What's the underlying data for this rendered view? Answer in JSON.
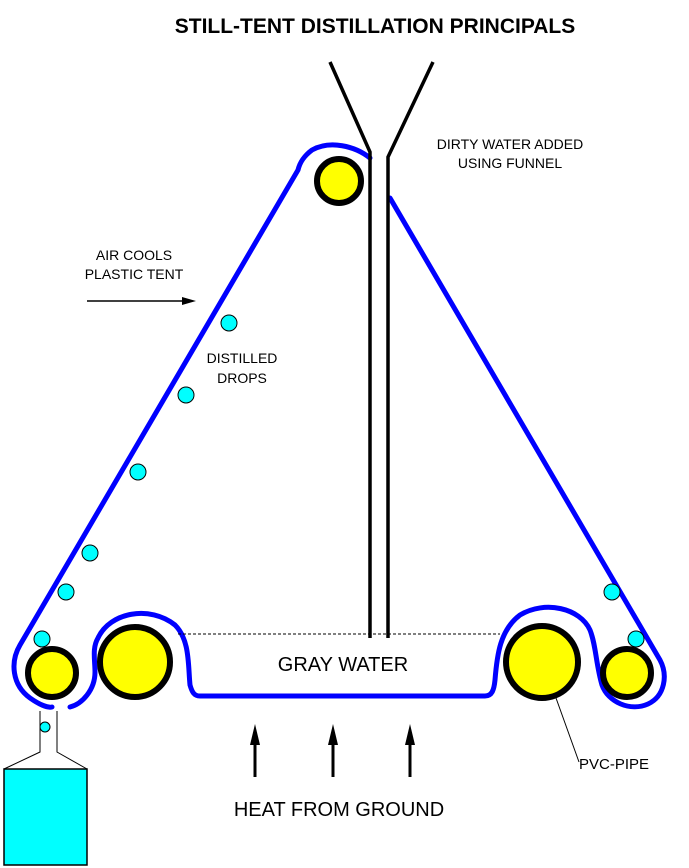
{
  "title": "STILL-TENT DISTILLATION PRINCIPALS",
  "labels": {
    "funnel_line1": "DIRTY WATER ADDED",
    "funnel_line2": "USING FUNNEL",
    "air_line1": "AIR COOLS",
    "air_line2": "PLASTIC TENT",
    "drops_line1": "DISTILLED",
    "drops_line2": "DROPS",
    "gray_water": "GRAY WATER",
    "pvc_pipe": "PVC-PIPE",
    "heat": "HEAT FROM GROUND"
  },
  "colors": {
    "tent": "#0000ff",
    "pipe_fill": "#ffff00",
    "pipe_outline": "#000000",
    "drop_fill": "#00ffff",
    "container_fill": "#00ffff"
  },
  "components": {
    "heat_arrows": 3,
    "drops_left_slope": 6,
    "drops_right_slope": 2,
    "pvc_pipes": 5
  }
}
